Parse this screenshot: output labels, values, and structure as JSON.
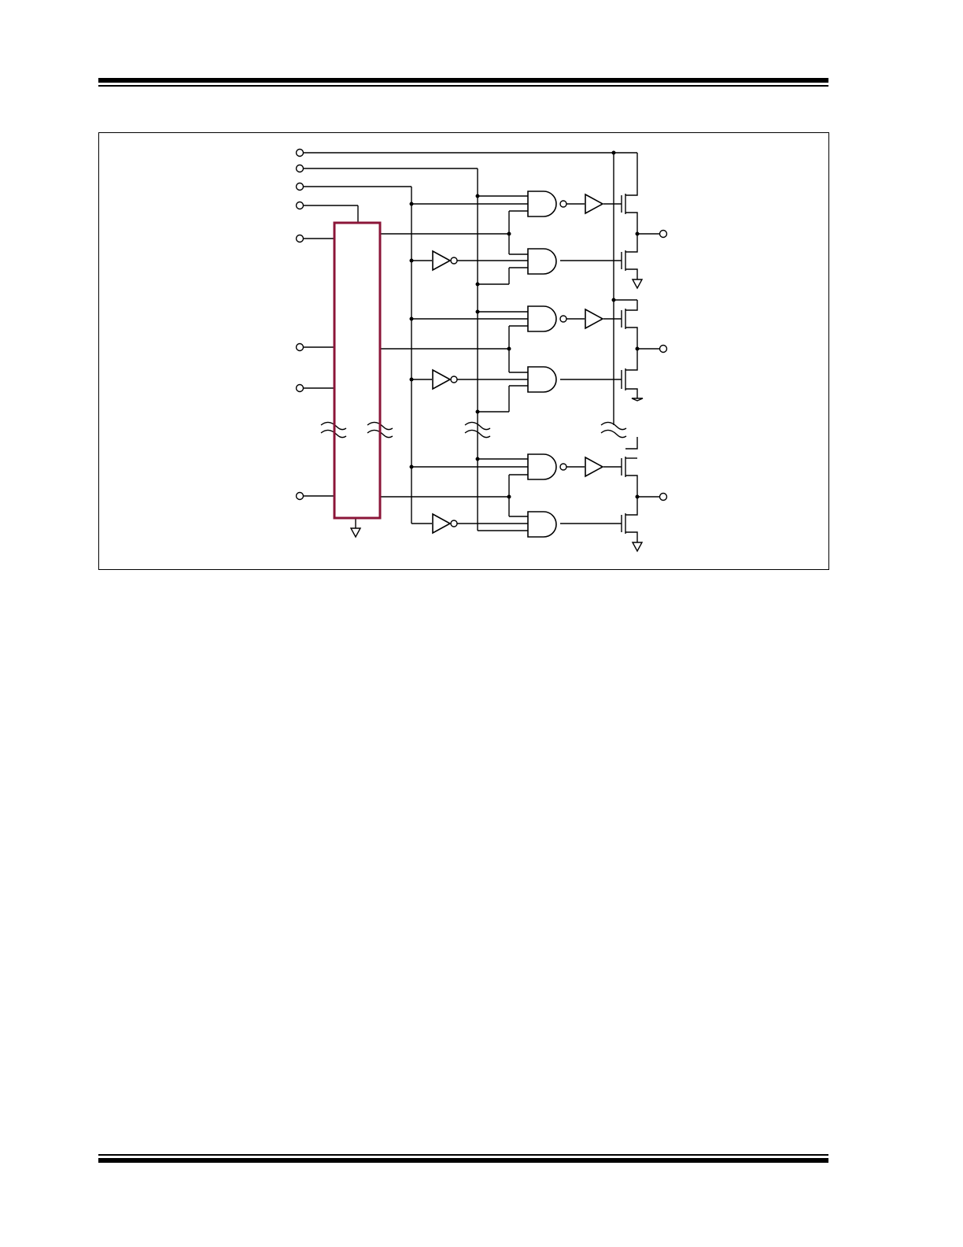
{
  "page": {
    "header_rules": "double",
    "footer_rules": "double"
  },
  "diagram": {
    "kind": "logic-schematic",
    "block_color": "#8B1538",
    "wire_color": "#000000",
    "stages": [
      {
        "id": "stage-1",
        "has_ground_symbol": true
      },
      {
        "id": "stage-2",
        "has_ground_symbol": true
      },
      {
        "id": "stage-3",
        "has_ground_symbol": true
      }
    ]
  }
}
